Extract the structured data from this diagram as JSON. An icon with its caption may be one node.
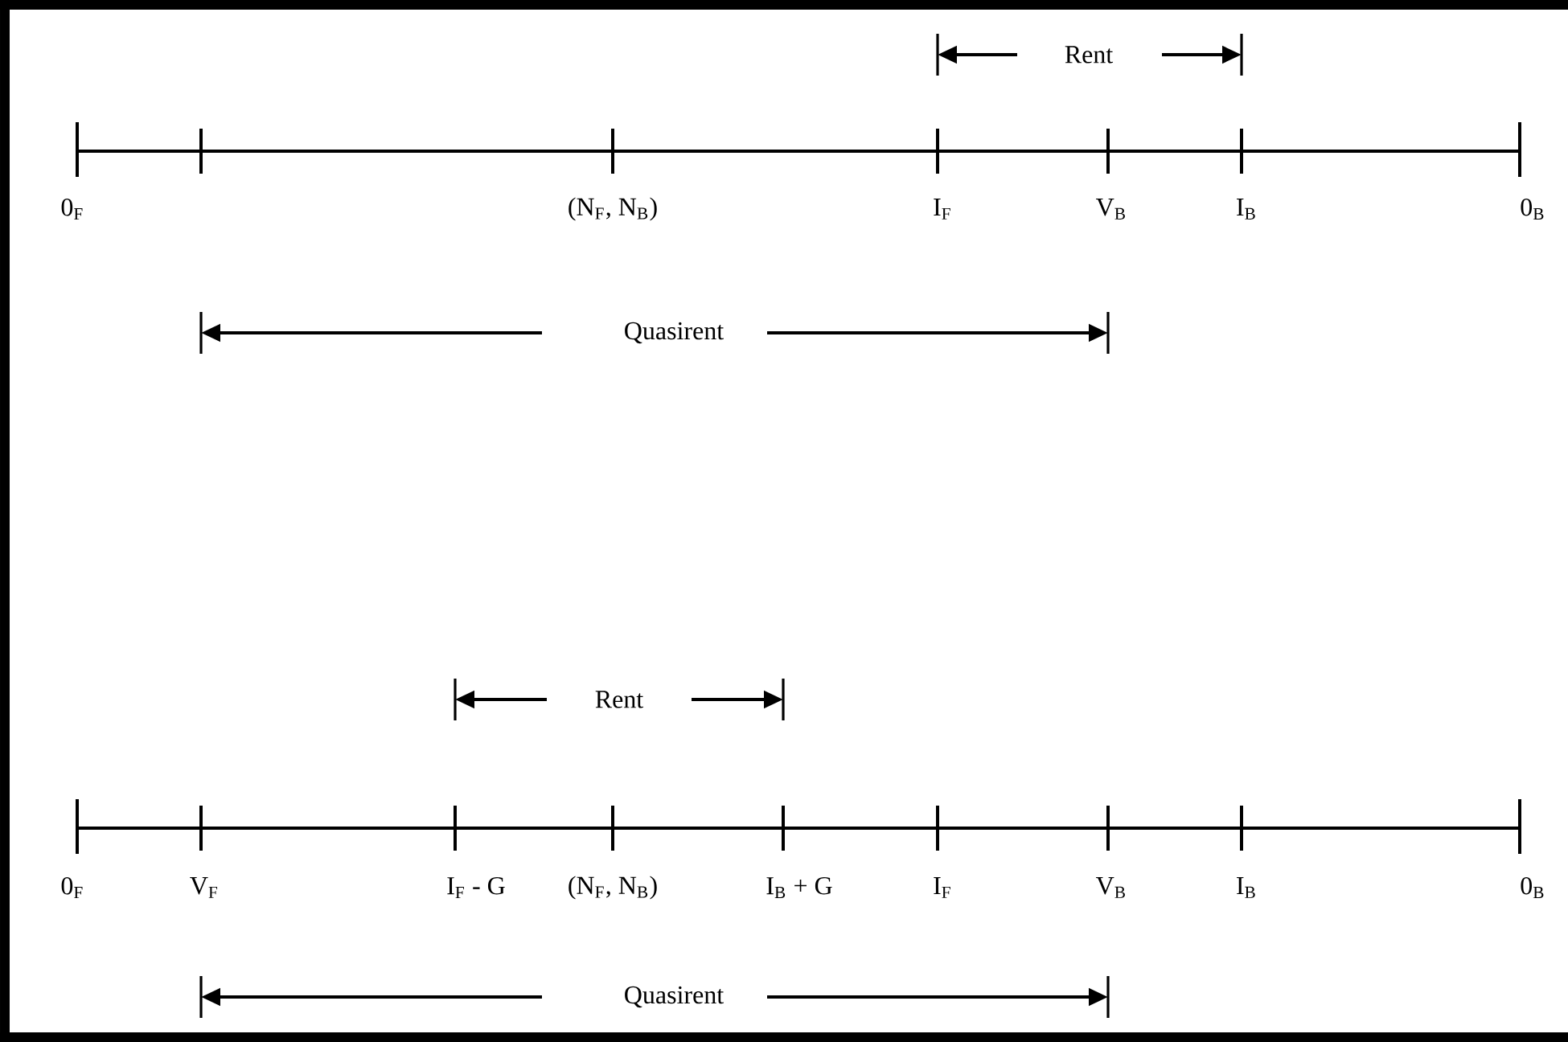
{
  "diagram": {
    "labels": [
      "Rent",
      "0$_{F}$",
      "(N$_{F}$, N$_{B}$)",
      "I$_{F}$",
      "V$_{B}$",
      "I$_{B}$",
      "0$_{B}$",
      "Quasirent",
      "Rent",
      "0$_{F}$",
      "V$_{F}$",
      "I$_{F}$ - G",
      "(N$_{F}$, N$_{B}$)",
      "I$_{B}$ + G",
      "I$_{F}$",
      "V$_{B}$",
      "I$_{B}$",
      "0$_{B}$",
      "Quasirent"
    ]
  }
}
